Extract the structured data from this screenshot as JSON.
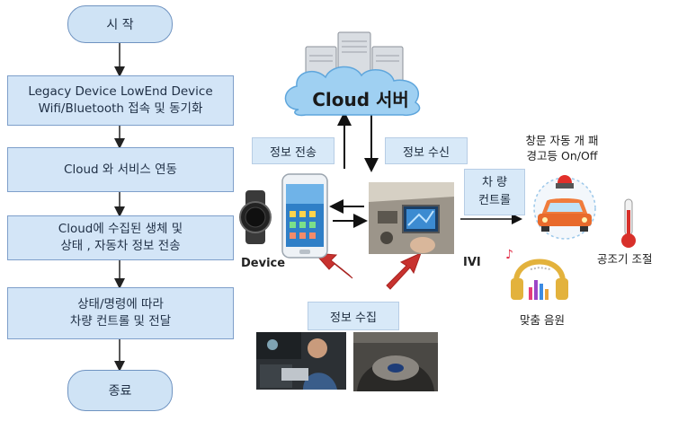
{
  "flow": {
    "start": "시 작",
    "step1_line1": "Legacy Device LowEnd Device",
    "step1_line2": "Wifi/Bluetooth 접속 및 동기화",
    "step2": "Cloud 와 서비스 연동",
    "step3_line1": "Cloud에 수집된 생체 및",
    "step3_line2": "상태 , 자동차 정보 전송",
    "step4_line1": "상태/명령에 따라",
    "step4_line2": "차량 컨트롤 및 전달",
    "end": "종료"
  },
  "cloud": {
    "label": "Cloud 서버"
  },
  "labels": {
    "send": "정보 전송",
    "receive": "정보 수신",
    "control_line1": "차 량",
    "control_line2": "컨트롤",
    "collect": "정보 수집",
    "device": "Device",
    "ivi": "IVI",
    "window_line1": "창문 자동 개 패",
    "window_line2": "경고등 On/Off",
    "aircon": "공조기 조절",
    "music": "맞춤 음원"
  },
  "colors": {
    "flow_box": "#d3e5f7",
    "flow_border": "#7e9fca",
    "label_box": "#d8e9f8",
    "red_arrow": "#c8322f",
    "car": "#f07c3c"
  }
}
